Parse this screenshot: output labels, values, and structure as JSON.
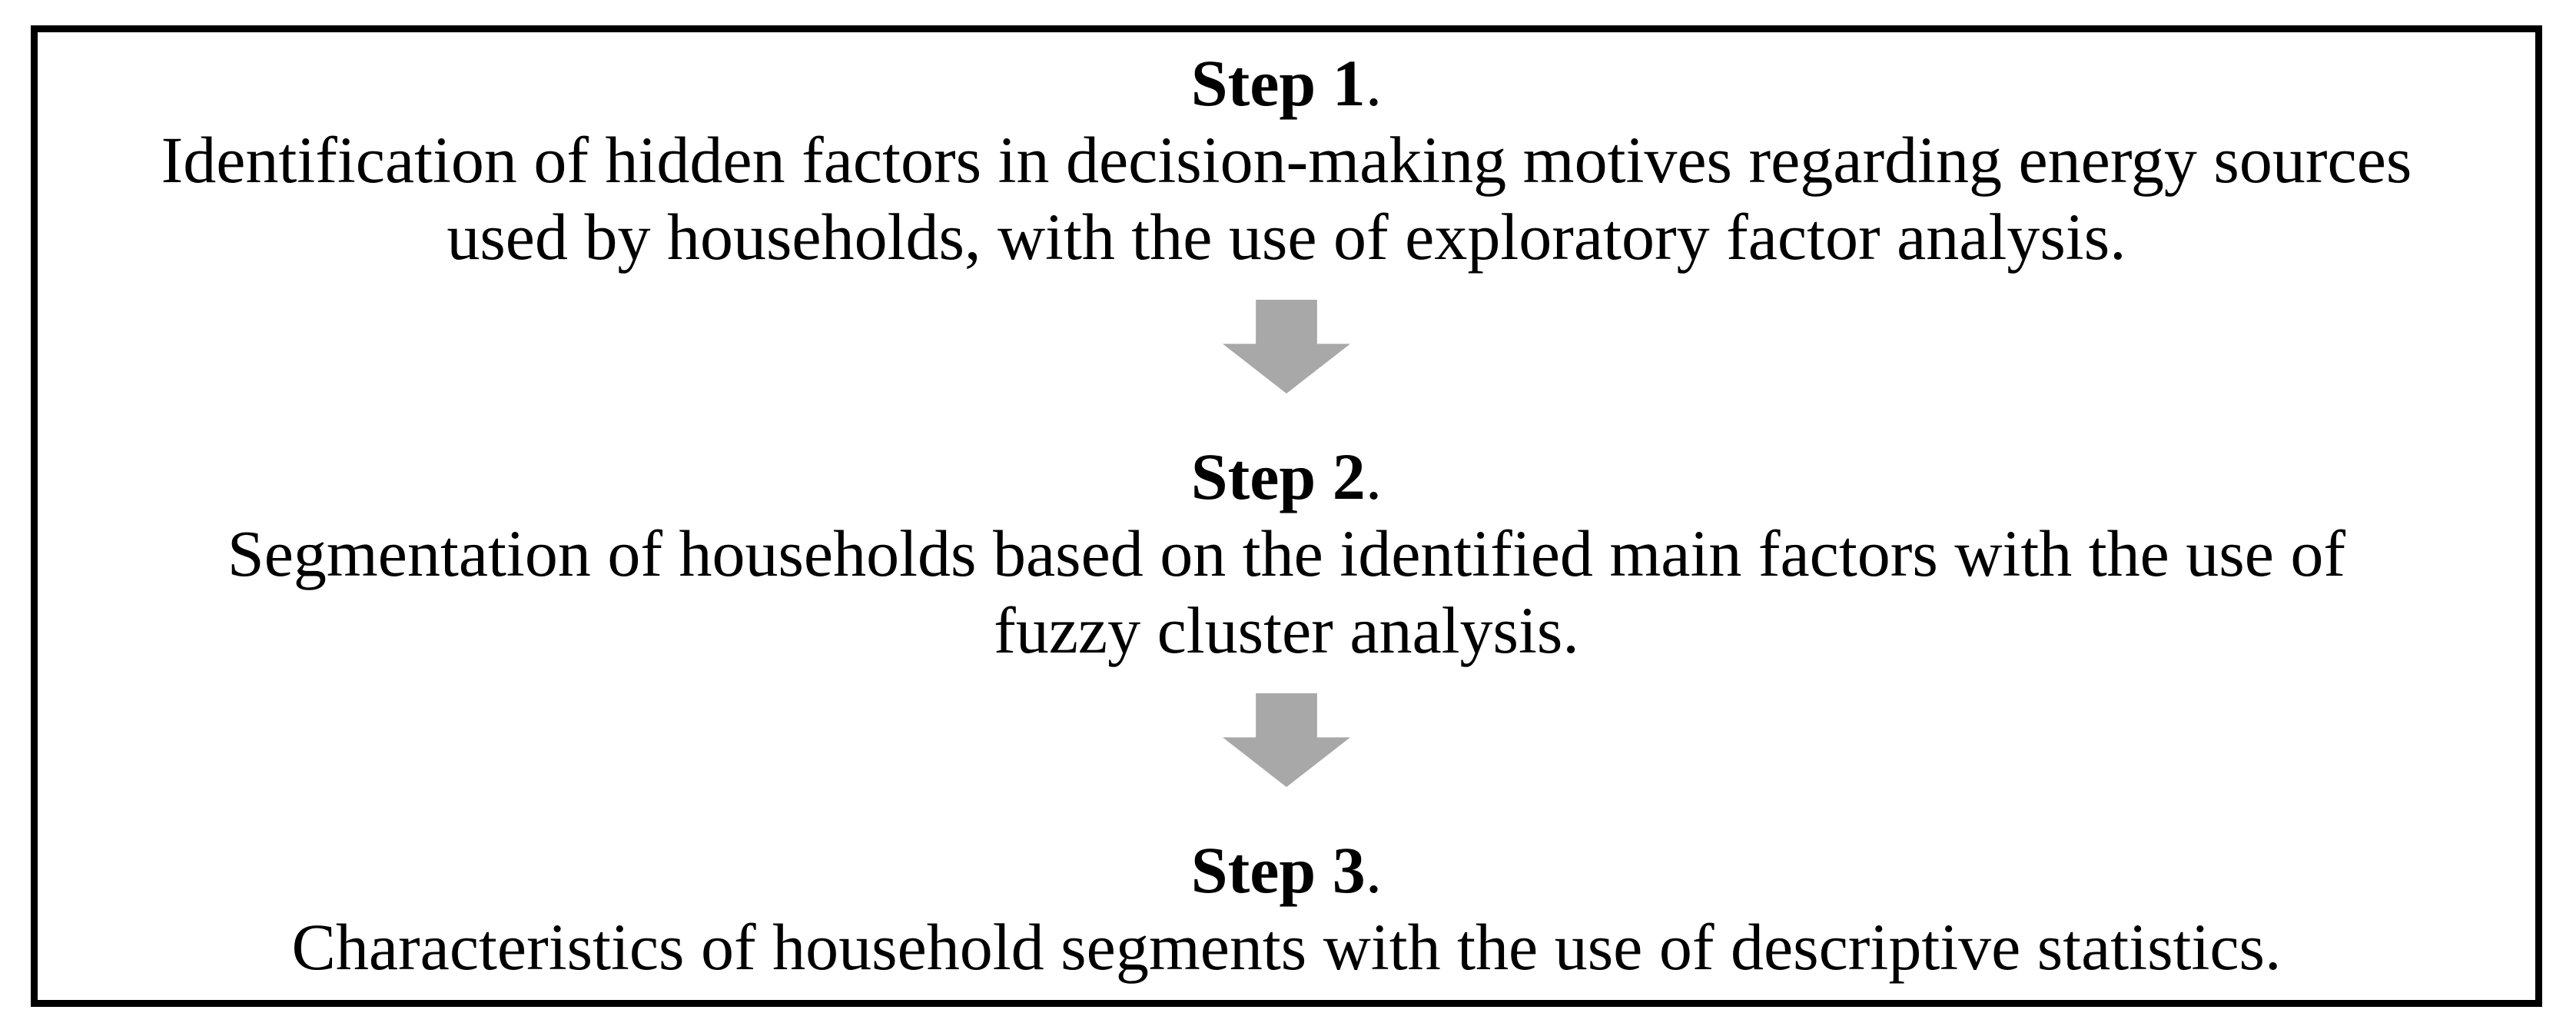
{
  "figure": {
    "type": "flow-diagram",
    "background_color": "#ffffff",
    "border_color": "#000000",
    "text_color": "#000000",
    "arrow_color": "#a8a8a8",
    "arrow_glyph": "down-block-arrow",
    "steps": [
      {
        "label": "Step 1",
        "punct": ".",
        "lines": [
          "Identification of hidden factors in decision-making motives regarding energy sources",
          "used by households, with the use of exploratory factor analysis."
        ]
      },
      {
        "label": "Step 2",
        "punct": ".",
        "lines": [
          "Segmentation of households based on the identified main factors with the use of",
          "fuzzy cluster analysis."
        ]
      },
      {
        "label": "Step 3",
        "punct": ".",
        "lines": [
          "Characteristics of household segments with the use of descriptive statistics."
        ]
      }
    ]
  }
}
